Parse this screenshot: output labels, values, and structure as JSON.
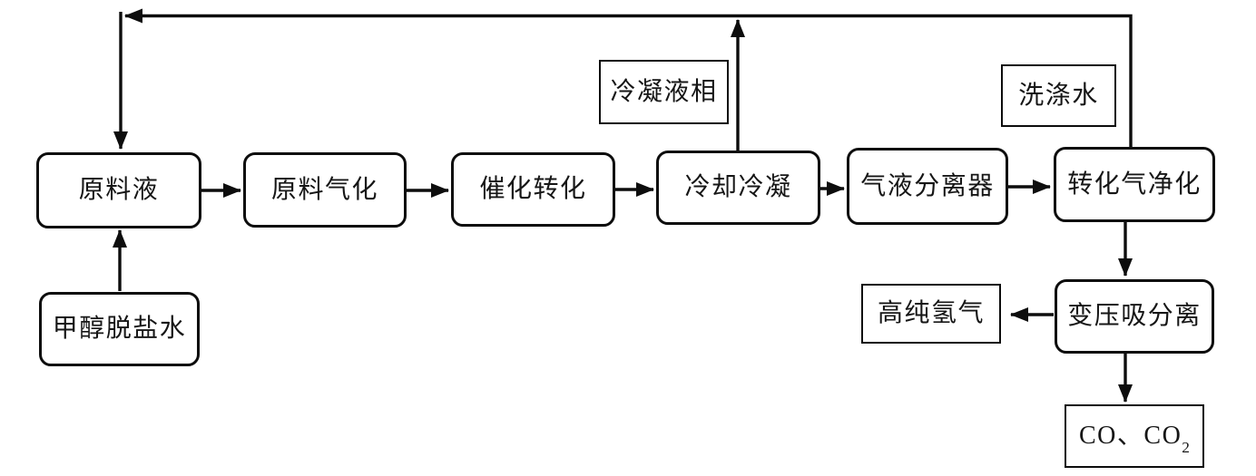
{
  "diagram": {
    "type": "process-flowchart",
    "colors": {
      "background": "#ffffff",
      "line": "#0d0d0d",
      "box_border": "#0d0d0d",
      "box_fill": "#ffffff",
      "text": "#161616"
    },
    "nodes": {
      "raw_liquid": "原料液",
      "gasification": "原料气化",
      "catalytic_conversion": "催化转化",
      "cooling_condensation": "冷却冷凝",
      "gas_liquid_separator": "气液分离器",
      "gas_purification": "转化气净化",
      "psa_separation": "变压吸分离",
      "methanol_demin_water": "甲醇脱盐水",
      "high_purity_hydrogen": "高纯氢气",
      "co_co2_main": "CO、CO",
      "co_co2_sub": "2",
      "condensate_phase": "冷凝液相",
      "wash_water": "洗涤水"
    },
    "edges": [
      {
        "from": "methanol_demin_water",
        "to": "raw_liquid"
      },
      {
        "from": "raw_liquid",
        "to": "gasification"
      },
      {
        "from": "gasification",
        "to": "catalytic_conversion"
      },
      {
        "from": "catalytic_conversion",
        "to": "cooling_condensation"
      },
      {
        "from": "cooling_condensation",
        "to": "gas_liquid_separator"
      },
      {
        "from": "gas_liquid_separator",
        "to": "gas_purification"
      },
      {
        "from": "cooling_condensation",
        "to": "raw_liquid",
        "stream_label": "condensate_phase",
        "via": "top-recycle-line"
      },
      {
        "from": "gas_purification",
        "to": "raw_liquid",
        "stream_label": "wash_water",
        "via": "top-recycle-line"
      },
      {
        "from": "gas_purification",
        "to": "psa_separation"
      },
      {
        "from": "psa_separation",
        "to": "high_purity_hydrogen"
      },
      {
        "from": "psa_separation",
        "to": "co_co2"
      }
    ]
  }
}
